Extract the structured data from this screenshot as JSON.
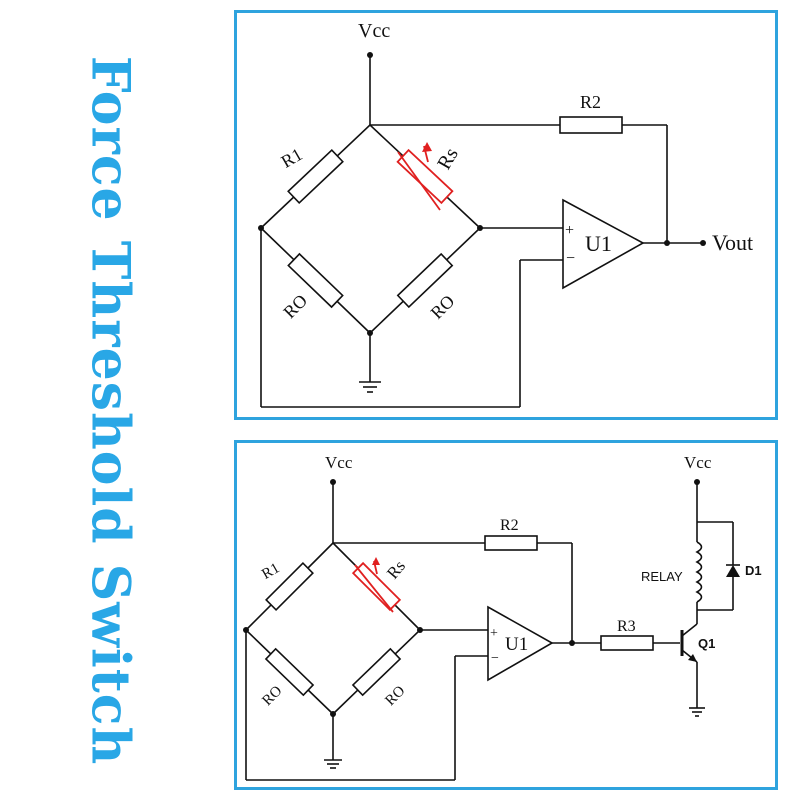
{
  "title": "Force Threshold Switch",
  "colors": {
    "accent": "#29a7e6",
    "panel_border": "#2ea3de",
    "sensor": "#e02020",
    "wire": "#111111"
  },
  "top_circuit": {
    "vcc": "Vcc",
    "r1": "R1",
    "r2": "R2",
    "rs": "Rs",
    "ro_left": "RO",
    "ro_right": "RO",
    "u1": "U1",
    "plus": "+",
    "minus": "−",
    "vout": "Vout"
  },
  "bottom_circuit": {
    "vcc_bridge": "Vcc",
    "vcc_relay": "Vcc",
    "r1": "R1",
    "r2": "R2",
    "r3": "R3",
    "rs": "Rs",
    "ro_left": "RO",
    "ro_right": "RO",
    "u1": "U1",
    "plus": "+",
    "minus": "−",
    "relay": "RELAY",
    "d1": "D1",
    "q1": "Q1"
  }
}
